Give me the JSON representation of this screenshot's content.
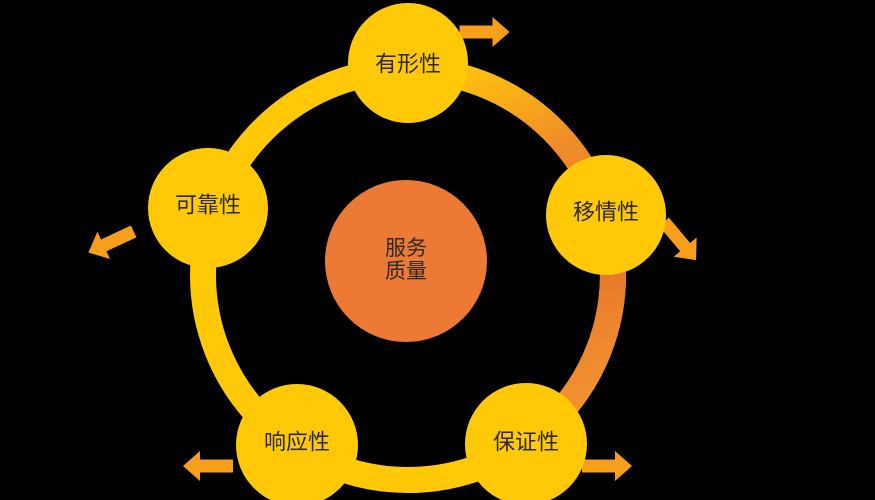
{
  "diagram": {
    "center": {
      "line1": "服务",
      "line2": "质量"
    },
    "nodes": [
      {
        "label": "有形性"
      },
      {
        "label": "移情性"
      },
      {
        "label": "保证性"
      },
      {
        "label": "响应性"
      },
      {
        "label": "可靠性"
      }
    ],
    "colors": {
      "background": "#000000",
      "node_fill": "#FFC907",
      "ring_yellow": "#FFC907",
      "ring_gradient_stops": [
        "#FFC907",
        "#FBB315",
        "#EE8B29",
        "#E87A2B",
        "#F7A133"
      ],
      "center_fill": "#EC7A34",
      "arrow_fill": "#F79E1B",
      "label_text": "#2E2822"
    }
  }
}
